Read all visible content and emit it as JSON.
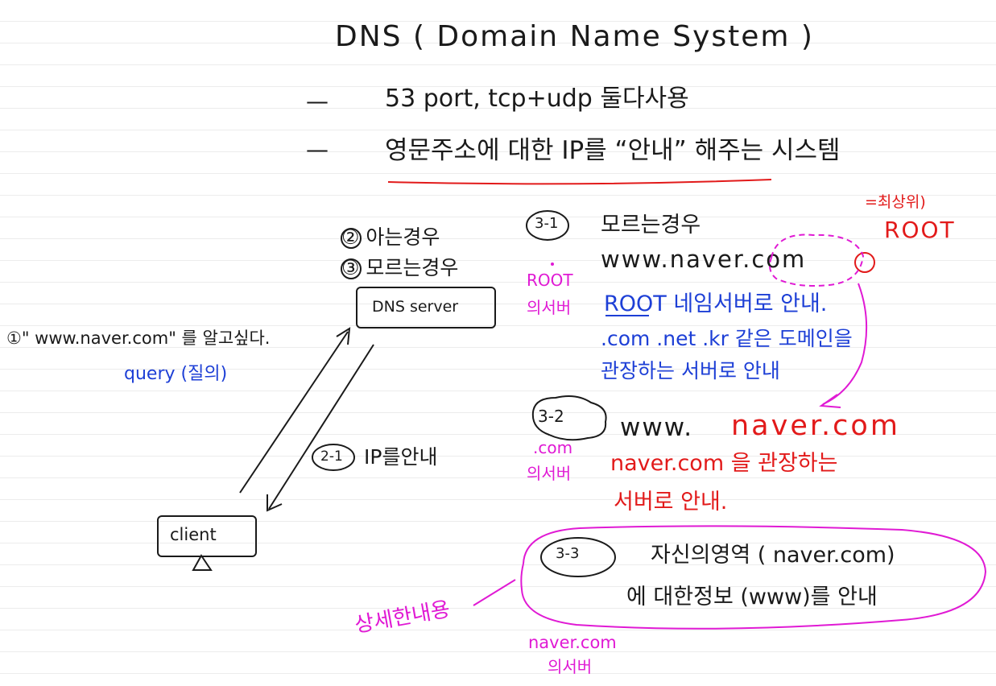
{
  "title": "DNS ( Domain Name System )",
  "bullets": [
    {
      "dash": "—",
      "text": "53 port, tcp+udp 둘다사용"
    },
    {
      "dash": "—",
      "text": "영문주소에 대한 IP를 “안내” 해주는 시스템"
    }
  ],
  "left": {
    "case2": "② 아는경우",
    "case3": "③ 모르는경우",
    "dns_server": "DNS server",
    "q1": "①\" www.naver.com\" 를 알고싶다.",
    "query": "query (질의)",
    "ans21": "IP를안내",
    "ans21_num": "2-1",
    "client": "client"
  },
  "right": {
    "s31_num": "3-1",
    "s31_title": "모르는경우",
    "s31_url": "www.naver.com",
    "root_ann_line1": "=최상위)",
    "root_ann_line2": "ROOT",
    "from_root_line1": "ROOT",
    "from_root_line2": "의서버",
    "root_line1": "ROOT 네임서버로 안내.",
    "root_line2": ".com .net .kr 같은 도메인을",
    "root_line3": "관장하는 서버로 안내",
    "s32_num": "3-2",
    "s32_www": "www.",
    "s32_naver": "naver.com",
    "from_com_line1": ".com",
    "from_com_line2": "의서버",
    "s32_line1": "naver.com 을 관장하는",
    "s32_line2": "서버로 안내.",
    "s33_num": "3-3",
    "s33_line1": "자신의영역 ( naver.com)",
    "s33_line2": "에 대한정보 (www)를 안내",
    "detail_label": "상세한내용",
    "from_naver_line1": "naver.com",
    "from_naver_line2": "의서버"
  },
  "colors": {
    "ink": "#1a1a1a",
    "blue": "#1d3fd6",
    "red": "#e21a1a",
    "magenta": "#e01ad4"
  }
}
